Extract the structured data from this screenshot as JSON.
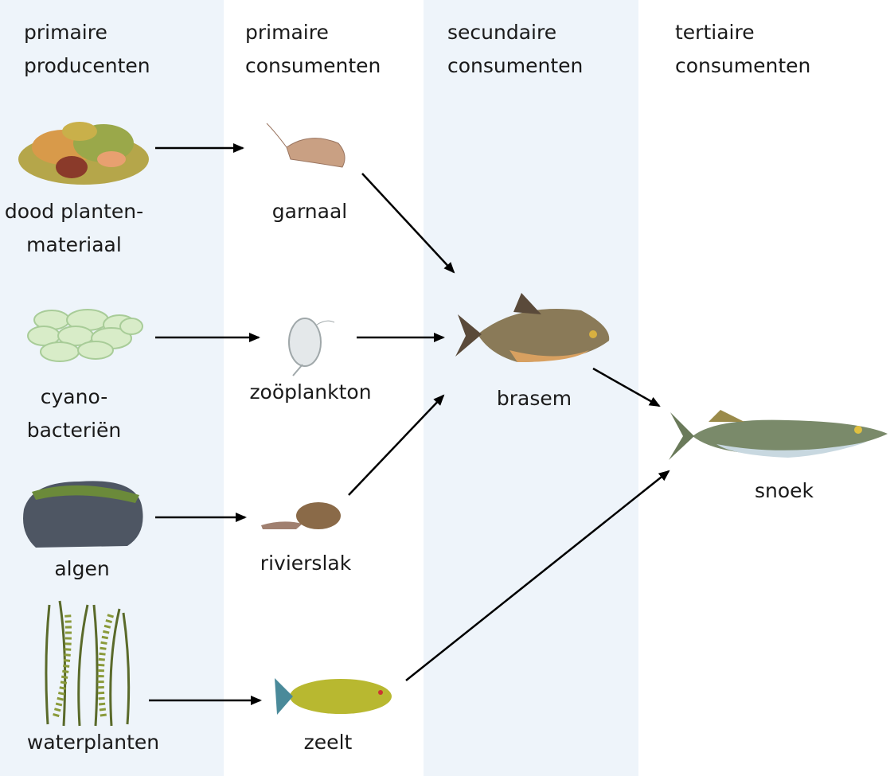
{
  "columns": [
    {
      "line1": "primaire",
      "line2": "producenten"
    },
    {
      "line1": "primaire",
      "line2": "consumenten"
    },
    {
      "line1": "secundaire",
      "line2": "consumenten"
    },
    {
      "line1": "tertiaire",
      "line2": "consumenten"
    }
  ],
  "organisms": {
    "dood": {
      "line1": "dood planten-",
      "line2": "materiaal"
    },
    "cyano": {
      "line1": "cyano-",
      "line2": "bacteriën"
    },
    "algen": "algen",
    "waterplanten": "waterplanten",
    "garnaal": "garnaal",
    "zooplankton": "zoöplankton",
    "rivierslak": "rivierslak",
    "zeelt": "zeelt",
    "brasem": "brasem",
    "snoek": "snoek"
  },
  "colors": {
    "band": "#eef4fa",
    "arrow": "#000000"
  }
}
